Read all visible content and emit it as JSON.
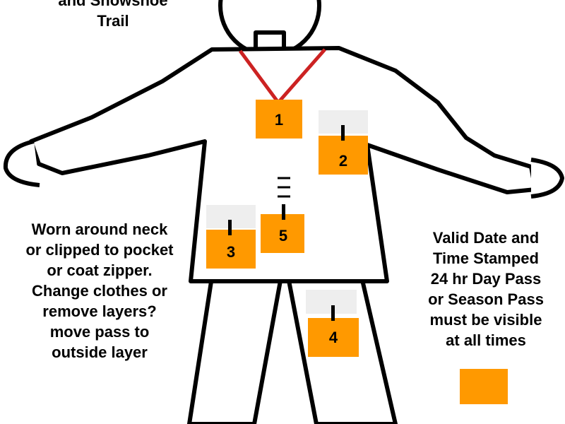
{
  "title_lines": [
    "and Snowshoe",
    "Trail"
  ],
  "left_note_lines": [
    "Worn around neck",
    "or clipped to pocket",
    "or coat zipper.",
    "Change clothes or",
    "remove layers?",
    "move pass to",
    "outside layer"
  ],
  "right_note_lines": [
    "Valid Date and",
    "Time Stamped",
    "24 hr Day Pass",
    "or Season Pass",
    "must be visible",
    "at all times"
  ],
  "passes": [
    "1",
    "2",
    "3",
    "4",
    "5"
  ],
  "colors": {
    "pass": "#ff9900",
    "lanyard": "#cc2222",
    "pocket": "#eeeeee",
    "outline": "#000000"
  }
}
